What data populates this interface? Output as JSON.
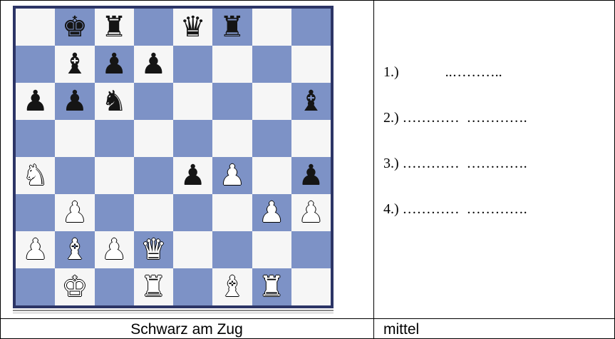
{
  "board": {
    "ranks": [
      [
        "",
        "bK",
        "bR",
        "",
        "bQ",
        "bR",
        "",
        ""
      ],
      [
        "",
        "bB",
        "bP",
        "bP",
        "",
        "",
        "",
        ""
      ],
      [
        "bP",
        "bP",
        "bN",
        "",
        "",
        "",
        "",
        "bB"
      ],
      [
        "",
        "",
        "",
        "",
        "",
        "",
        "",
        ""
      ],
      [
        "wN",
        "",
        "",
        "",
        "bP",
        "wP",
        "",
        "bP"
      ],
      [
        "",
        "wP",
        "",
        "",
        "",
        "",
        "wP",
        "wP"
      ],
      [
        "wP",
        "wB",
        "wP",
        "wQ",
        "",
        "",
        "",
        ""
      ],
      [
        "",
        "wK",
        "",
        "wR",
        "",
        "wB",
        "wR",
        ""
      ]
    ],
    "flipped": true,
    "colors": {
      "light": "#f6f6f6",
      "dark": "#7d92c6",
      "frame": "#2c3566"
    }
  },
  "moves": [
    {
      "text": "1.)             ..……….."
    },
    {
      "text": "2.) …………  …………."
    },
    {
      "text": "3.) …………  …………."
    },
    {
      "text": "4.) …………  …………."
    }
  ],
  "caption_left": "Schwarz am Zug",
  "caption_right": "mittel"
}
